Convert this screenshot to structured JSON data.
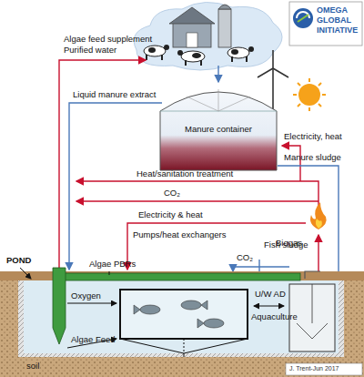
{
  "diagram": {
    "nodes": [
      {
        "text": [
          "Manure container"
        ]
      }
    ],
    "labels": [
      "OMEGA GLOBAL INITIATIVE",
      "Algae feed supplement",
      "Purified water",
      "Liquid manure extract",
      "Electricity, heat",
      "Manure sludge",
      "Heat/sanitation treatment",
      "CO₂",
      "Biogas",
      "Electricity & heat",
      "Pumps/heat exchangers",
      "CO₂",
      "Fish sludge",
      "POND",
      "Algae PBRs",
      "Oxygen",
      "Algae Feed",
      "U/W AD",
      "Aquaculture",
      "soil",
      "J. Trent-Jun 2017"
    ]
  }
}
